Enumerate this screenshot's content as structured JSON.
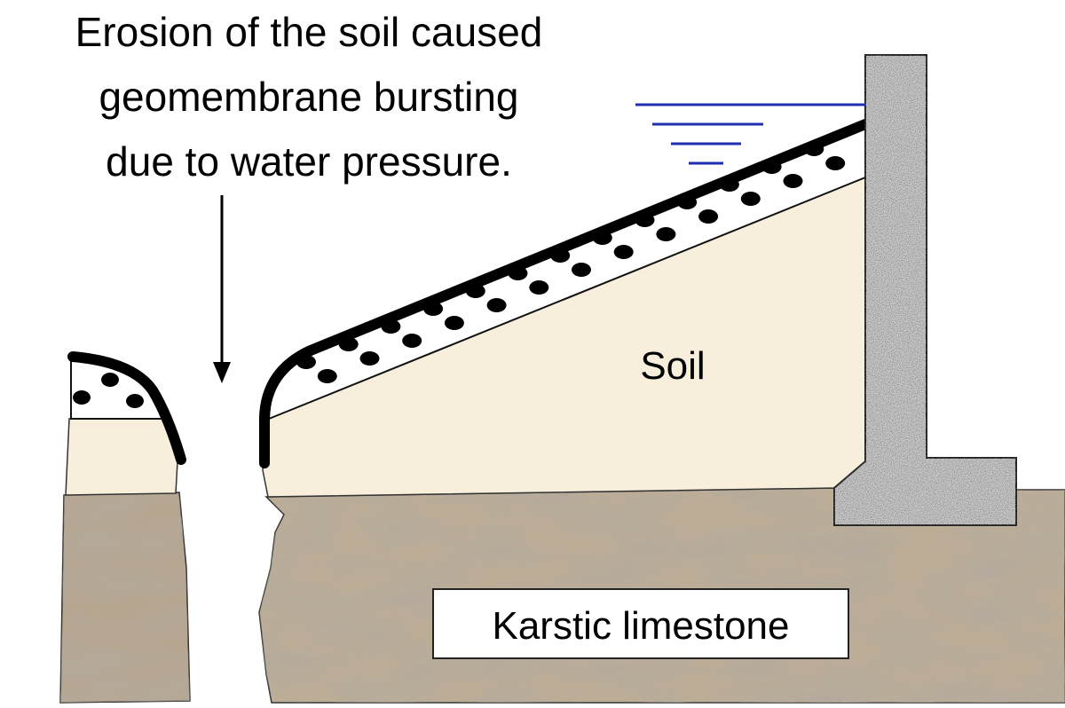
{
  "caption": {
    "lines": [
      "Erosion of the soil caused",
      "geomembrane bursting",
      "due to water pressure."
    ]
  },
  "labels": {
    "soil": "Soil",
    "limestone": "Karstic limestone"
  },
  "colors": {
    "soil": "#f7eedb",
    "limestone": "#b9aa95",
    "limestone_dark": "#8f7f6c",
    "concrete": "#c8c8c8",
    "water": "#1f2fb0",
    "geomembrane": "#000000",
    "gravel_bg": "#ffffff"
  }
}
